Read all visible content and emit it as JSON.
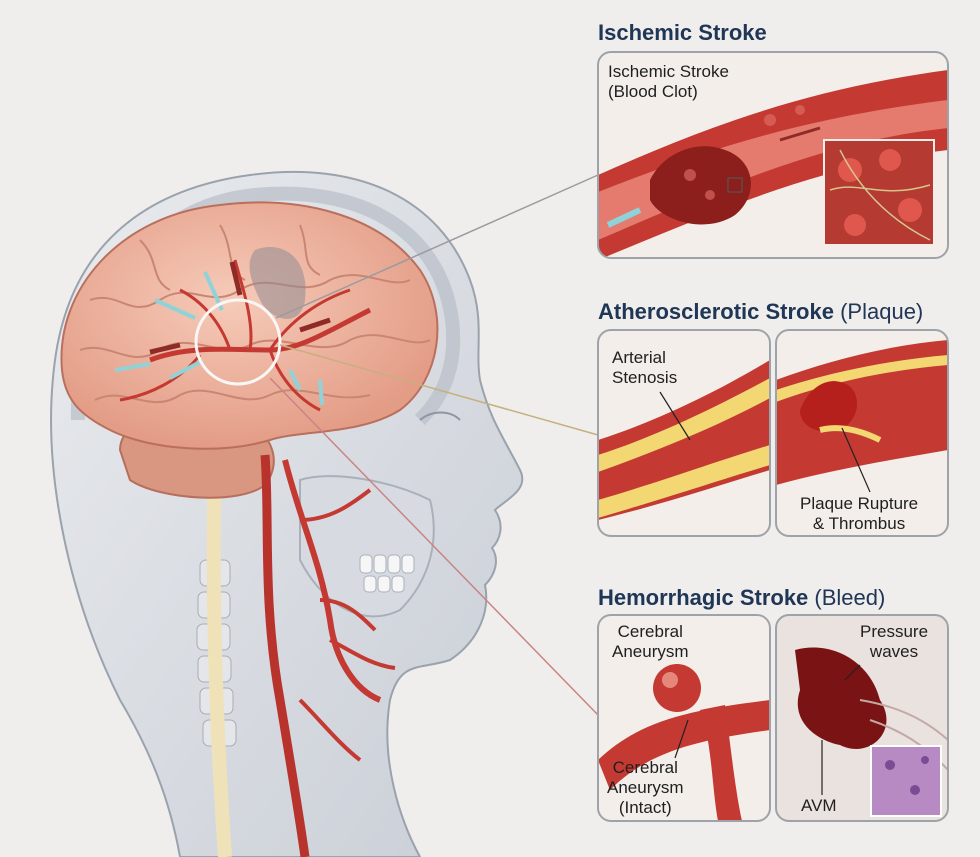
{
  "sections": {
    "ischemic": {
      "title": "Ischemic Stroke",
      "label_line1": "Ischemic Stroke",
      "label_line2": "(Blood Clot)"
    },
    "atherosclerotic": {
      "title": "Atherosclerotic Stroke",
      "title_suffix": "(Plaque)",
      "stenosis_line1": "Arterial",
      "stenosis_line2": "Stenosis",
      "rupture_line1": "Plaque Rupture",
      "rupture_line2": "& Thrombus"
    },
    "hemorrhagic": {
      "title": "Hemorrhagic Stroke",
      "title_suffix": "(Bleed)",
      "aneurysm_line1": "Cerebral",
      "aneurysm_line2": "Aneurysm",
      "intact_line1": "Cerebral",
      "intact_line2": "Aneurysm",
      "intact_line3": "(Intact)",
      "pressure_line1": "Pressure",
      "pressure_line2": "waves",
      "avm": "AVM"
    }
  },
  "colors": {
    "title": "#203656",
    "artery": "#c43a32",
    "brain": "#eeb29f",
    "plaque": "#f2d772",
    "clot": "#8c1f1c",
    "panel_border": "#9ea3aa",
    "flow_arrow": "#8fd3d8"
  }
}
